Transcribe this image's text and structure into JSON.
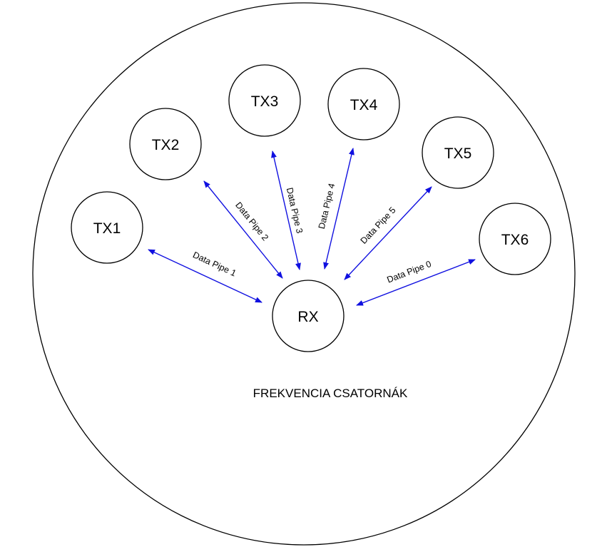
{
  "diagram": {
    "caption": "FREKVENCIA CSATORNÁK",
    "receiver": {
      "label": "RX"
    },
    "transmitters": [
      {
        "id": "tx1",
        "label": "TX1"
      },
      {
        "id": "tx2",
        "label": "TX2"
      },
      {
        "id": "tx3",
        "label": "TX3"
      },
      {
        "id": "tx4",
        "label": "TX4"
      },
      {
        "id": "tx5",
        "label": "TX5"
      },
      {
        "id": "tx6",
        "label": "TX6"
      }
    ],
    "pipes": [
      {
        "from": "tx1",
        "label": "Data Pipe 1"
      },
      {
        "from": "tx2",
        "label": "Data Pipe 2"
      },
      {
        "from": "tx3",
        "label": "Data Pipe 3"
      },
      {
        "from": "tx4",
        "label": "Data Pipe 4"
      },
      {
        "from": "tx5",
        "label": "Data Pipe 5"
      },
      {
        "from": "tx6",
        "label": "Data Pipe 0"
      }
    ],
    "colors": {
      "arrow": "#1010e0",
      "stroke": "#000000",
      "background": "#ffffff"
    }
  }
}
